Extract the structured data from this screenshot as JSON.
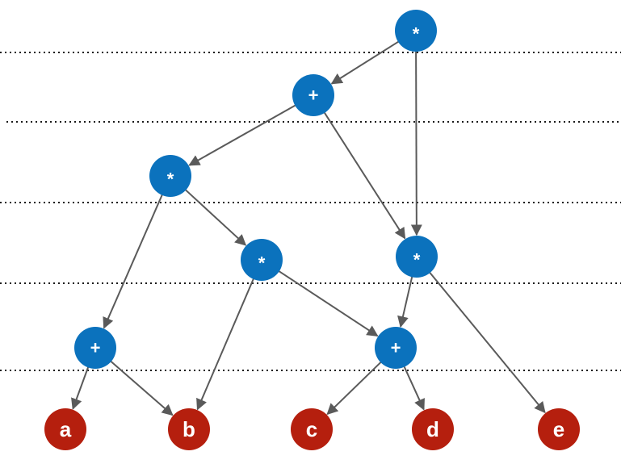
{
  "colors": {
    "operator_node": "#0b72bd",
    "leaf_node": "#b51f0e",
    "edge": "#5a5a5a",
    "level_line": "#1a1a1a",
    "label": "#ffffff"
  },
  "nodes": [
    {
      "id": "mul-root",
      "label": "*",
      "kind": "operator"
    },
    {
      "id": "add-1",
      "label": "+",
      "kind": "operator"
    },
    {
      "id": "mul-left",
      "label": "*",
      "kind": "operator"
    },
    {
      "id": "mul-center",
      "label": "*",
      "kind": "operator"
    },
    {
      "id": "mul-right",
      "label": "*",
      "kind": "operator"
    },
    {
      "id": "add-left",
      "label": "+",
      "kind": "operator"
    },
    {
      "id": "add-right",
      "label": "+",
      "kind": "operator"
    },
    {
      "id": "leaf-a",
      "label": "a",
      "kind": "leaf"
    },
    {
      "id": "leaf-b",
      "label": "b",
      "kind": "leaf"
    },
    {
      "id": "leaf-c",
      "label": "c",
      "kind": "leaf"
    },
    {
      "id": "leaf-d",
      "label": "d",
      "kind": "leaf"
    },
    {
      "id": "leaf-e",
      "label": "e",
      "kind": "leaf"
    }
  ],
  "edges": [
    {
      "from": "mul-root",
      "to": "add-1"
    },
    {
      "from": "mul-root",
      "to": "mul-right"
    },
    {
      "from": "add-1",
      "to": "mul-left"
    },
    {
      "from": "add-1",
      "to": "mul-right"
    },
    {
      "from": "mul-left",
      "to": "add-left"
    },
    {
      "from": "mul-left",
      "to": "mul-center"
    },
    {
      "from": "mul-center",
      "to": "leaf-b"
    },
    {
      "from": "mul-center",
      "to": "add-right"
    },
    {
      "from": "mul-right",
      "to": "add-right"
    },
    {
      "from": "mul-right",
      "to": "leaf-e"
    },
    {
      "from": "add-left",
      "to": "leaf-a"
    },
    {
      "from": "add-left",
      "to": "leaf-b"
    },
    {
      "from": "add-right",
      "to": "leaf-c"
    },
    {
      "from": "add-right",
      "to": "leaf-d"
    }
  ],
  "level_separators": 5
}
